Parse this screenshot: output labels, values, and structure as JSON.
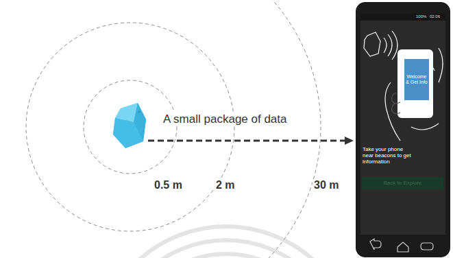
{
  "diagram": {
    "nodes": [
      {
        "text": [
          "Welcome & Get Info"
        ]
      },
      {
        "text": [
          "Back to Explore"
        ]
      }
    ],
    "labels": [
      "A small package of data",
      "0.5 m",
      "2 m",
      "30 m",
      "Take your phone near beacons to get information",
      "100%",
      "02:06"
    ]
  }
}
